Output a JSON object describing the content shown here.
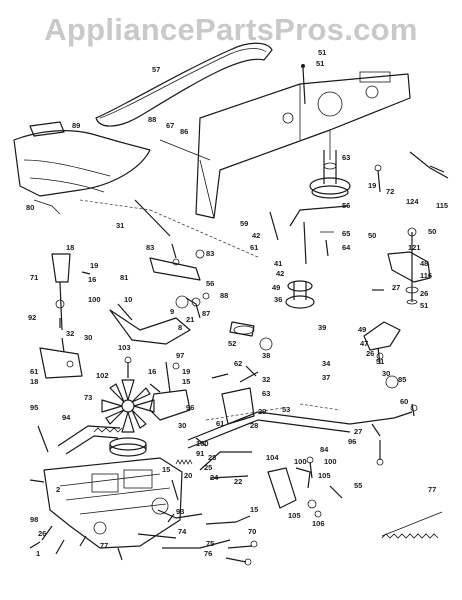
{
  "watermark": "AppliancePartsPros.com",
  "callout_color": "#1a1a1a",
  "callouts": [
    {
      "id": "57"
    },
    {
      "id": "51"
    },
    {
      "id": "51"
    },
    {
      "id": "89"
    },
    {
      "id": "88"
    },
    {
      "id": "67"
    },
    {
      "id": "86"
    },
    {
      "id": "63"
    },
    {
      "id": "19"
    },
    {
      "id": "72"
    },
    {
      "id": "124"
    },
    {
      "id": "115"
    },
    {
      "id": "80"
    },
    {
      "id": "31"
    },
    {
      "id": "59"
    },
    {
      "id": "42"
    },
    {
      "id": "61"
    },
    {
      "id": "56"
    },
    {
      "id": "65"
    },
    {
      "id": "64"
    },
    {
      "id": "50"
    },
    {
      "id": "50"
    },
    {
      "id": "121"
    },
    {
      "id": "48"
    },
    {
      "id": "116"
    },
    {
      "id": "18"
    },
    {
      "id": "19"
    },
    {
      "id": "71"
    },
    {
      "id": "16"
    },
    {
      "id": "100"
    },
    {
      "id": "92"
    },
    {
      "id": "83"
    },
    {
      "id": "83"
    },
    {
      "id": "81"
    },
    {
      "id": "56"
    },
    {
      "id": "88"
    },
    {
      "id": "27"
    },
    {
      "id": "41"
    },
    {
      "id": "42"
    },
    {
      "id": "49"
    },
    {
      "id": "36"
    },
    {
      "id": "39"
    },
    {
      "id": "26"
    },
    {
      "id": "51"
    },
    {
      "id": "10"
    },
    {
      "id": "9"
    },
    {
      "id": "8"
    },
    {
      "id": "21"
    },
    {
      "id": "87"
    },
    {
      "id": "52"
    },
    {
      "id": "38"
    },
    {
      "id": "49"
    },
    {
      "id": "47"
    },
    {
      "id": "26"
    },
    {
      "id": "51"
    },
    {
      "id": "32"
    },
    {
      "id": "30"
    },
    {
      "id": "61"
    },
    {
      "id": "18"
    },
    {
      "id": "103"
    },
    {
      "id": "102"
    },
    {
      "id": "97"
    },
    {
      "id": "16"
    },
    {
      "id": "19"
    },
    {
      "id": "15"
    },
    {
      "id": "62"
    },
    {
      "id": "32"
    },
    {
      "id": "63"
    },
    {
      "id": "34"
    },
    {
      "id": "37"
    },
    {
      "id": "30"
    },
    {
      "id": "85"
    },
    {
      "id": "60"
    },
    {
      "id": "95"
    },
    {
      "id": "94"
    },
    {
      "id": "73"
    },
    {
      "id": "96"
    },
    {
      "id": "30"
    },
    {
      "id": "61"
    },
    {
      "id": "28"
    },
    {
      "id": "53"
    },
    {
      "id": "29"
    },
    {
      "id": "27"
    },
    {
      "id": "96"
    },
    {
      "id": "100"
    },
    {
      "id": "91"
    },
    {
      "id": "28"
    },
    {
      "id": "25"
    },
    {
      "id": "24"
    },
    {
      "id": "20"
    },
    {
      "id": "22"
    },
    {
      "id": "15"
    },
    {
      "id": "104"
    },
    {
      "id": "100"
    },
    {
      "id": "84"
    },
    {
      "id": "100"
    },
    {
      "id": "105"
    },
    {
      "id": "105"
    },
    {
      "id": "106"
    },
    {
      "id": "55"
    },
    {
      "id": "77"
    },
    {
      "id": "2"
    },
    {
      "id": "93"
    },
    {
      "id": "15"
    },
    {
      "id": "98"
    },
    {
      "id": "26"
    },
    {
      "id": "1"
    },
    {
      "id": "77"
    },
    {
      "id": "74"
    },
    {
      "id": "75"
    },
    {
      "id": "76"
    },
    {
      "id": "70"
    }
  ]
}
